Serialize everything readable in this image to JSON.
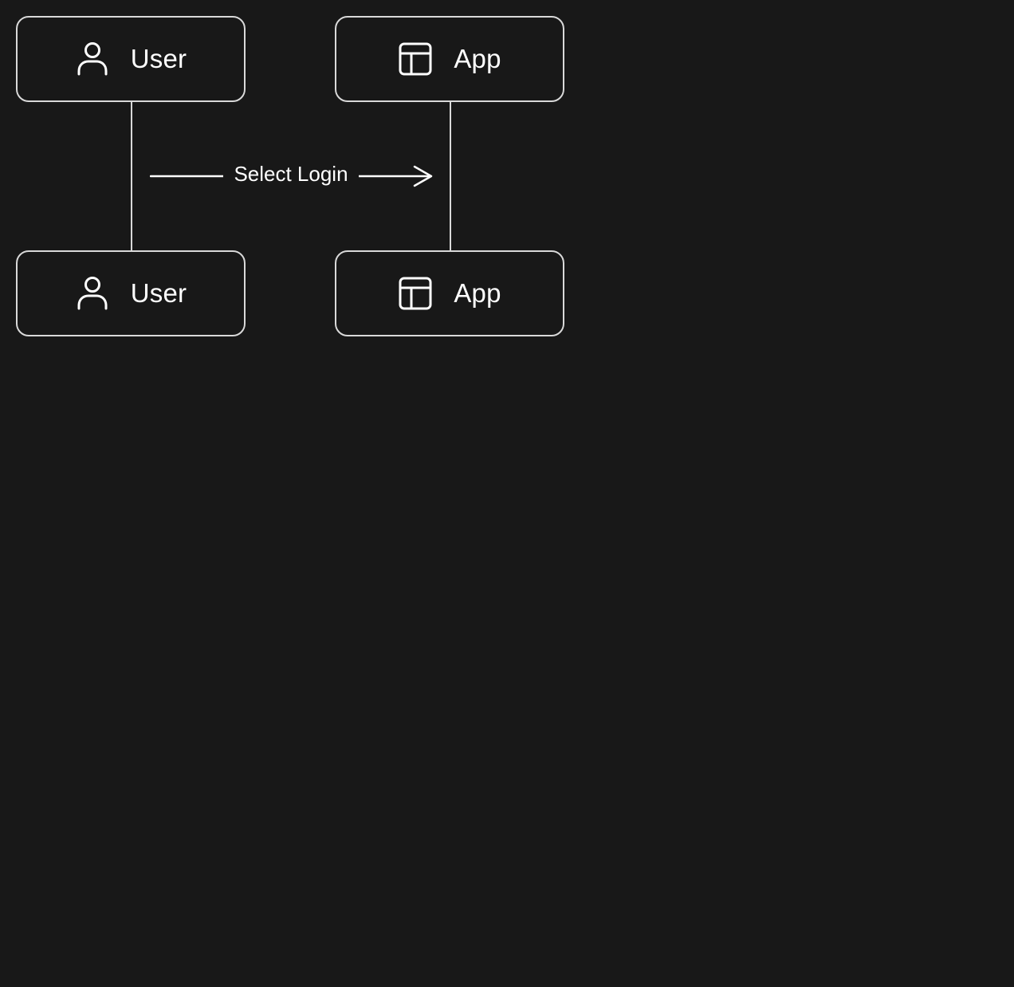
{
  "colors": {
    "background": "#181818",
    "stroke": "#d9d9d9",
    "text": "#ffffff"
  },
  "participants": {
    "user": {
      "label": "User",
      "icon": "user-icon"
    },
    "app": {
      "label": "App",
      "icon": "layout-icon"
    }
  },
  "message": {
    "label": "Select Login",
    "from": "User",
    "to": "App"
  }
}
